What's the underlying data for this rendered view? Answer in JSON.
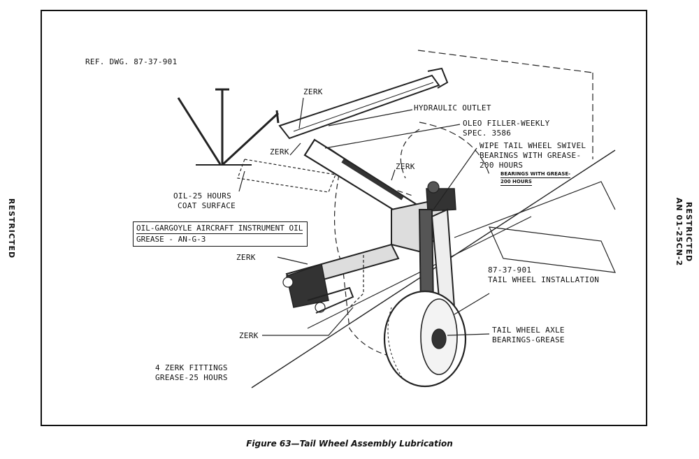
{
  "reference": "REF. DWG. 87-37-901",
  "side_left": "RESTRICTED",
  "side_right": [
    "RESTRICTED",
    "AN 01-25CN-2"
  ],
  "labels": {
    "zerk_top": "ZERK",
    "hydraulic_outlet": "HYDRAULIC OUTLET",
    "oleo_filler": [
      "OLEO FILLER-WEEKLY",
      "SPEC. 3586"
    ],
    "wipe_swivel": [
      "WIPE TAIL WHEEL SWIVEL",
      "BEARINGS WITH GREASE-",
      "200 HOURS"
    ],
    "zerk_left_upper": "ZERK",
    "zerk_mid": "ZERK",
    "bearings_small": [
      "BEARINGS WITH GREASE-",
      "200 HOURS"
    ],
    "oil_25": [
      "OIL-25 HOURS",
      "COAT SURFACE"
    ],
    "zerk_left": "ZERK",
    "installation": [
      "87-37-901",
      "TAIL WHEEL INSTALLATION"
    ],
    "zerk_bottom": "ZERK",
    "axle_bearings": [
      "TAIL WHEEL AXLE",
      "BEARINGS-GREASE"
    ],
    "zerk_fittings": [
      "4 ZERK FITTINGS",
      "GREASE-25 HOURS"
    ]
  },
  "legend_box": [
    "OIL-GARGOYLE AIRCRAFT INSTRUMENT OIL",
    "GREASE - AN-G-3"
  ],
  "caption": "Figure 63—Tail Wheel Assembly Lubrication"
}
